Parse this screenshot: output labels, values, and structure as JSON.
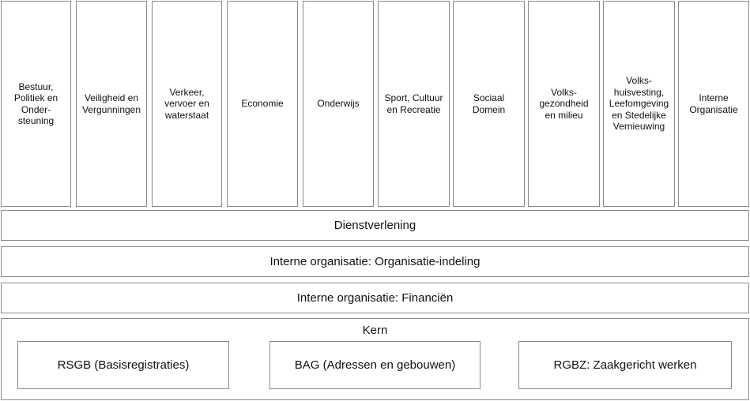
{
  "domains": [
    "Bestuur,\nPolitiek en\nOnder-\nsteuning",
    "Veiligheid en\nVergunningen",
    "Verkeer,\nvervoer en\nwaterstaat",
    "Economie",
    "Onderwijs",
    "Sport, Cultuur\nen Recreatie",
    "Sociaal\nDomein",
    "Volks-\ngezondheid\nen milieu",
    "Volks-\nhuisvesting,\nLeefomgeving\nen Stedelijke\nVernieuwing",
    "Interne\nOrganisatie"
  ],
  "layers": {
    "dienstverlening": "Dienstverlening",
    "organisatie_indeling": "Interne organisatie: Organisatie-indeling",
    "financien": "Interne organisatie: Financiën"
  },
  "kern": {
    "title": "Kern",
    "components": {
      "rsgb": "RSGB (Basisregistraties)",
      "bag": "BAG (Adressen en gebouwen)",
      "rgbz": "RGBZ: Zaakgericht werken"
    }
  }
}
